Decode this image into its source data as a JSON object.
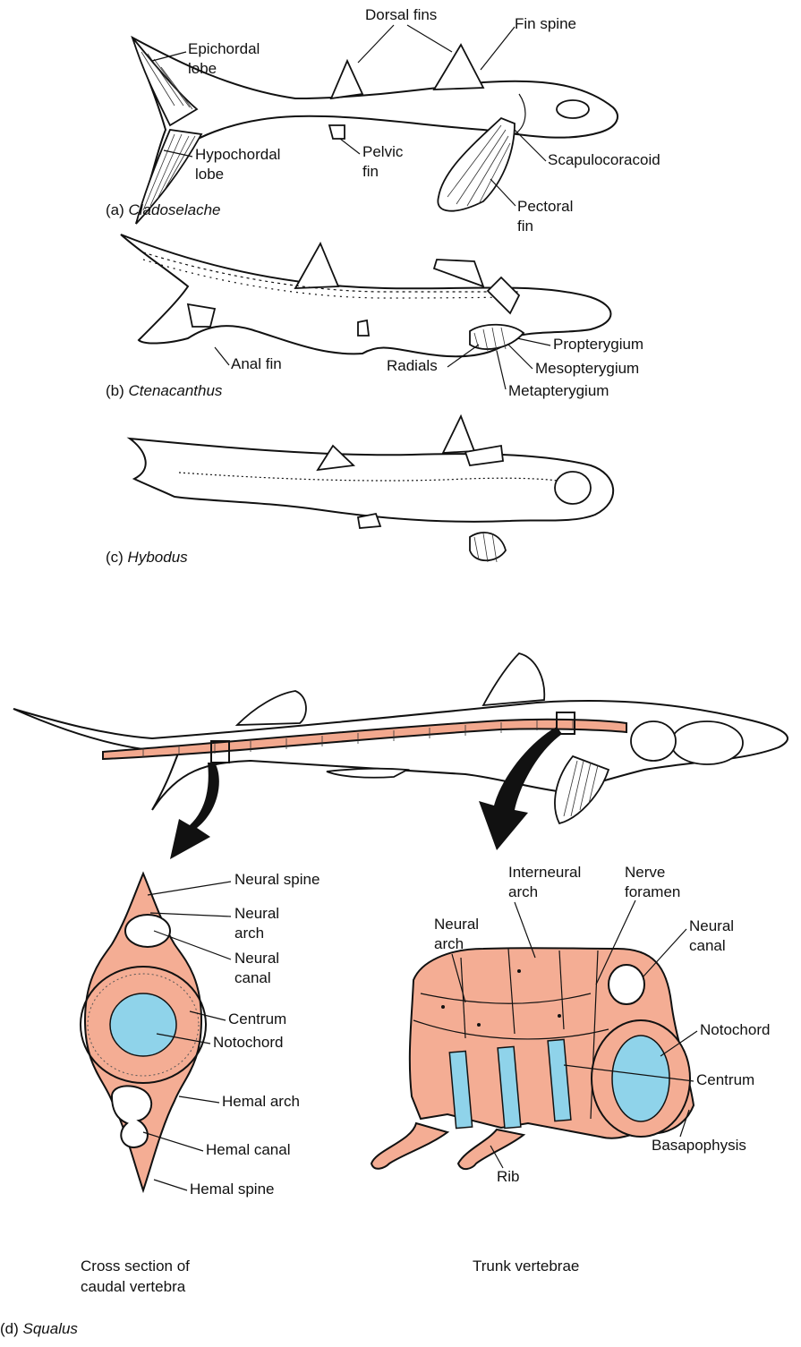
{
  "panel_a": {
    "caption_prefix": "(a) ",
    "caption_taxon": "Cladoselache",
    "labels": {
      "dorsal_fins": "Dorsal fins",
      "fin_spine": "Fin spine",
      "epichordal_1": "Epichordal",
      "epichordal_2": "lobe",
      "hypochordal_1": "Hypochordal",
      "hypochordal_2": "lobe",
      "pelvic_1": "Pelvic",
      "pelvic_2": "fin",
      "scapulocoracoid": "Scapulocoracoid",
      "pectoral_1": "Pectoral",
      "pectoral_2": "fin"
    }
  },
  "panel_b": {
    "caption_prefix": "(b) ",
    "caption_taxon": "Ctenacanthus",
    "labels": {
      "anal_fin": "Anal fin",
      "radials": "Radials",
      "propterygium": "Propterygium",
      "mesopterygium": "Mesopterygium",
      "metapterygium": "Metapterygium"
    }
  },
  "panel_c": {
    "caption_prefix": "(c) ",
    "caption_taxon": "Hybodus"
  },
  "panel_d": {
    "caption_prefix": "(d) ",
    "caption_taxon": "Squalus",
    "caudal_labels": {
      "neural_spine": "Neural spine",
      "neural_arch_1": "Neural",
      "neural_arch_2": "arch",
      "neural_canal_1": "Neural",
      "neural_canal_2": "canal",
      "centrum": "Centrum",
      "notochord": "Notochord",
      "hemal_arch": "Hemal arch",
      "hemal_canal": "Hemal canal",
      "hemal_spine": "Hemal spine",
      "caption_1": "Cross section of",
      "caption_2": "caudal vertebra"
    },
    "trunk_labels": {
      "interneural_1": "Interneural",
      "interneural_2": "arch",
      "nerve_1": "Nerve",
      "nerve_2": "foramen",
      "neural_arch_1": "Neural",
      "neural_arch_2": "arch",
      "neural_canal_1": "Neural",
      "neural_canal_2": "canal",
      "notochord": "Notochord",
      "centrum": "Centrum",
      "basapophysis": "Basapophysis",
      "rib": "Rib",
      "caption": "Trunk vertebrae"
    }
  },
  "colors": {
    "bone": "#f2a88e",
    "notochord": "#8fd3ea",
    "line": "#111111"
  }
}
